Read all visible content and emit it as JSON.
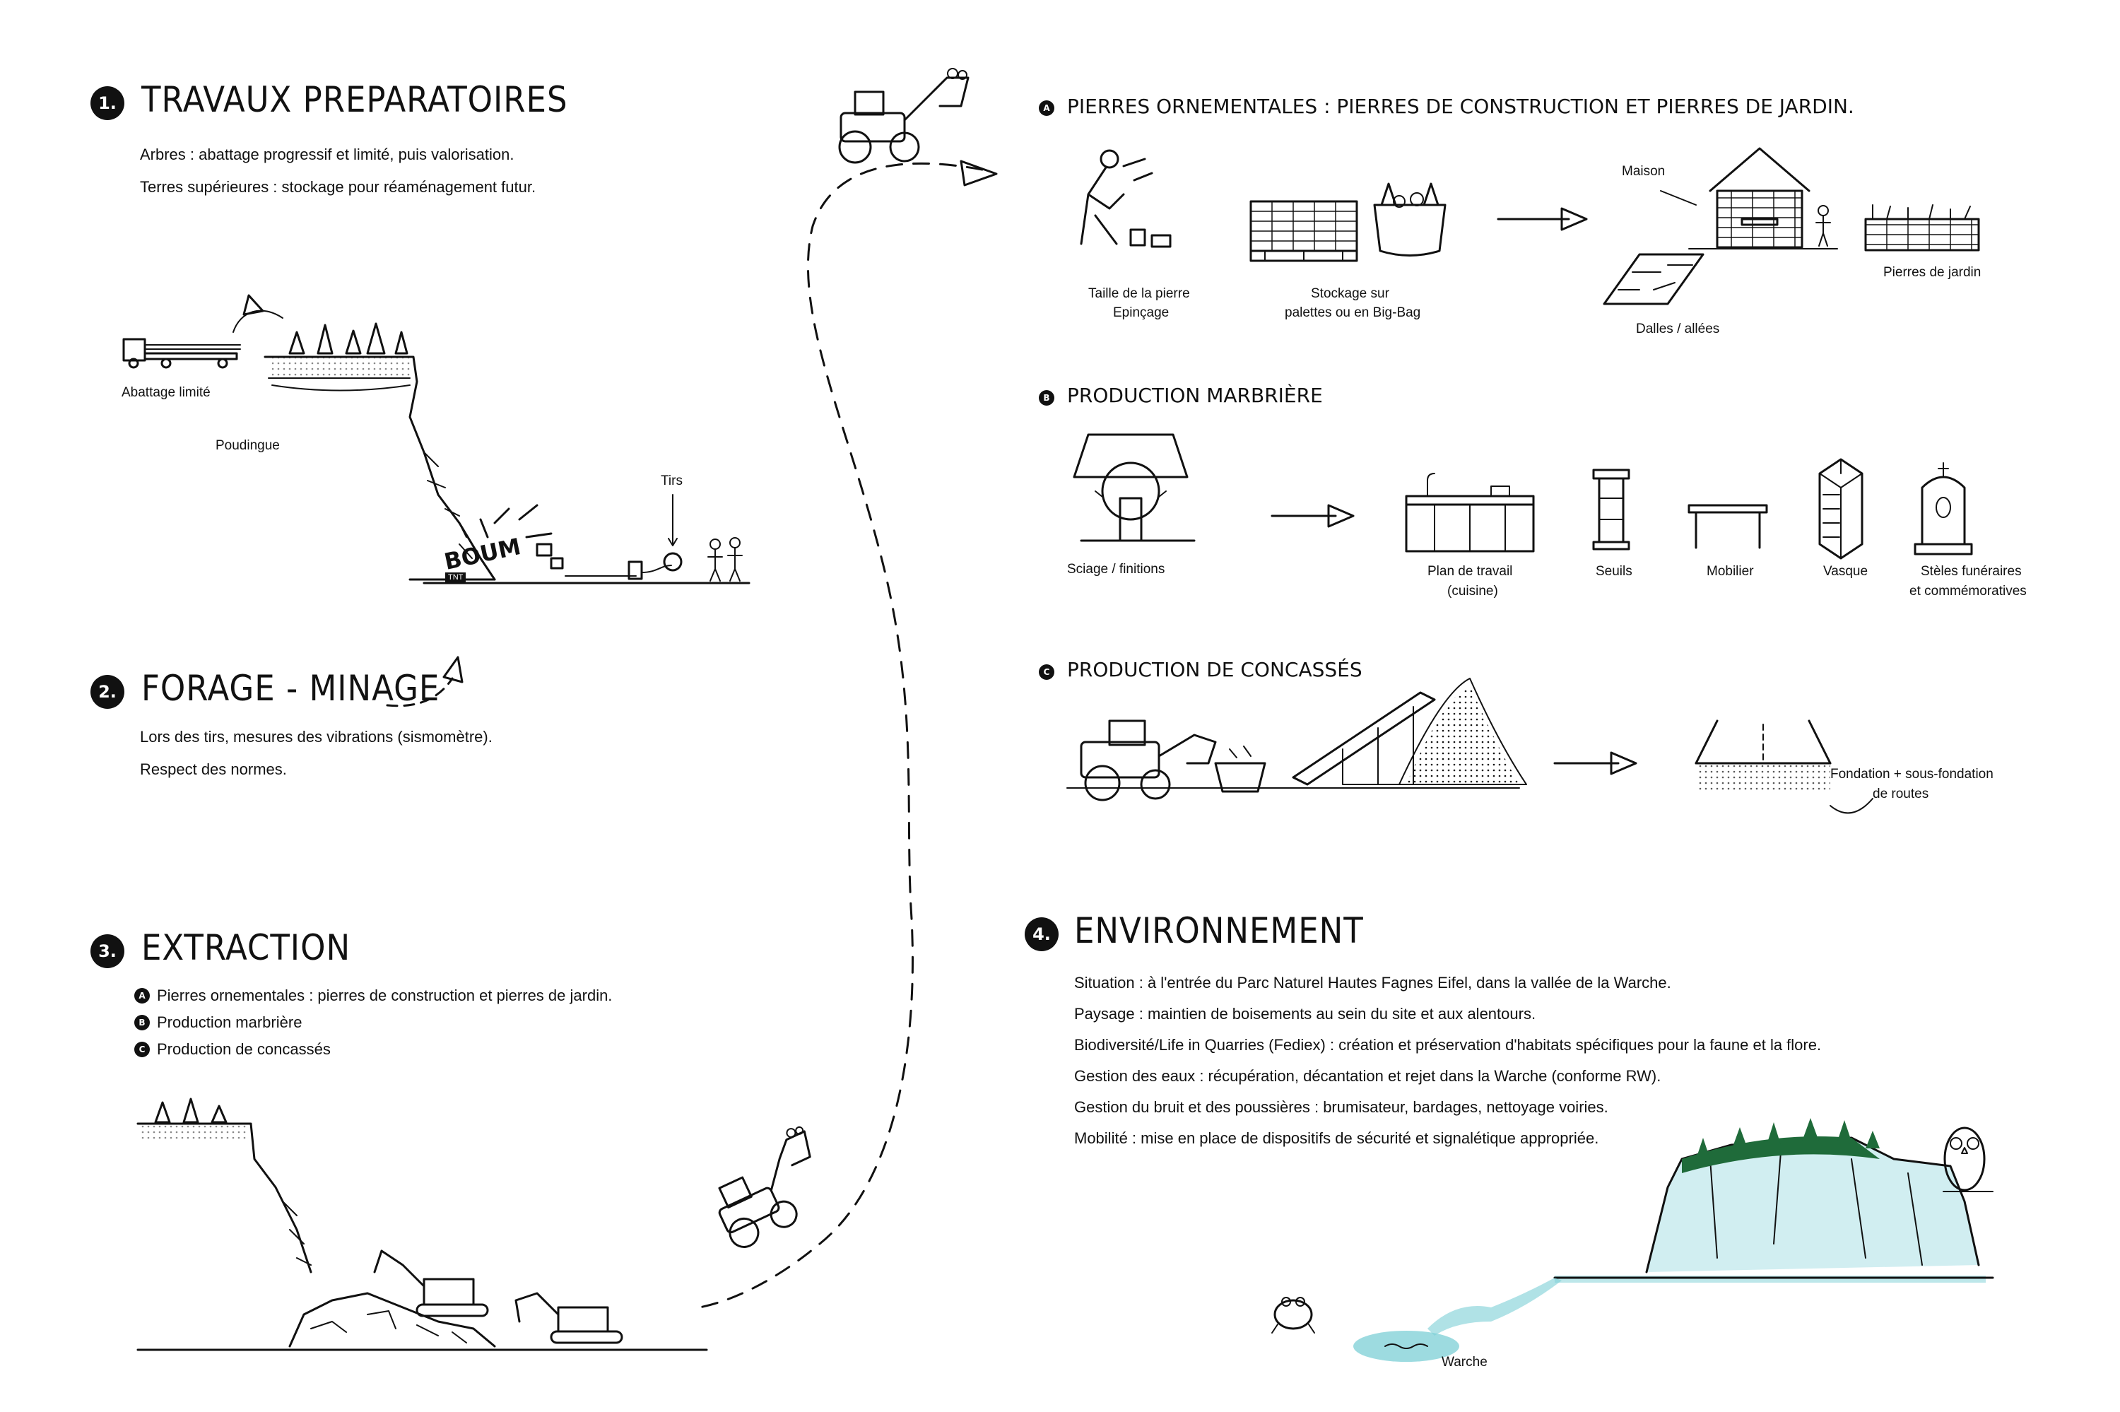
{
  "sections": {
    "s1": {
      "number": "1.",
      "title": "TRAVAUX PREPARATOIRES",
      "lines": [
        "Arbres : abattage progressif et limité, puis valorisation.",
        "Terres supérieures : stockage pour réaménagement futur."
      ],
      "labels": {
        "abattage": "Abattage limité",
        "poudingue": "Poudingue",
        "tirs": "Tirs",
        "boum": "BOUM",
        "tnt": "TNT"
      }
    },
    "s2": {
      "number": "2.",
      "title": "FORAGE - MINAGE",
      "lines": [
        "Lors des tirs, mesures des vibrations (sismomètre).",
        "Respect des normes."
      ]
    },
    "s3": {
      "number": "3.",
      "title": "EXTRACTION",
      "items": [
        {
          "letter": "A",
          "text": "Pierres ornementales : pierres de construction et pierres de jardin."
        },
        {
          "letter": "B",
          "text": "Production marbrière"
        },
        {
          "letter": "C",
          "text": "Production de concassés"
        }
      ]
    },
    "a": {
      "letter": "A",
      "title": "PIERRES ORNEMENTALES : PIERRES DE CONSTRUCTION ET PIERRES DE JARDIN.",
      "labels": {
        "taille_1": "Taille de la pierre",
        "taille_2": "Epinçage",
        "stockage_1": "Stockage sur",
        "stockage_2": "palettes ou en Big-Bag",
        "maison": "Maison",
        "dalles": "Dalles / allées",
        "jardin": "Pierres de jardin"
      }
    },
    "b": {
      "letter": "B",
      "title": "PRODUCTION MARBRIÈRE",
      "labels": {
        "sciage": "Sciage / finitions",
        "plan_1": "Plan de travail",
        "plan_2": "(cuisine)",
        "seuils": "Seuils",
        "mobilier": "Mobilier",
        "vasque": "Vasque",
        "steles_1": "Stèles funéraires",
        "steles_2": "et commémoratives"
      }
    },
    "c": {
      "letter": "C",
      "title": "PRODUCTION DE CONCASSÉS",
      "labels": {
        "fondation_1": "Fondation + sous-fondation",
        "fondation_2": "de routes"
      }
    },
    "s4": {
      "number": "4.",
      "title": "ENVIRONNEMENT",
      "lines": [
        "Situation : à l'entrée du Parc Naturel Hautes Fagnes Eifel, dans la vallée de la Warche.",
        "Paysage : maintien de boisements au sein du site et aux alentours.",
        "Biodiversité/Life in Quarries (Fediex) : création et préservation d'habitats spécifiques pour la faune et la flore.",
        "Gestion des eaux : récupération, décantation et rejet dans la Warche (conforme RW).",
        "Gestion du bruit et des poussières : brumisateur, bardages, nettoyage voiries.",
        "Mobilité : mise en place de dispositifs de sécurité et signalétique appropriée."
      ],
      "labels": {
        "warche": "Warche"
      }
    }
  },
  "colors": {
    "ink": "#111111",
    "water": "#7ccfd6",
    "forest": "#1f6b3a",
    "paper": "#ffffff"
  }
}
